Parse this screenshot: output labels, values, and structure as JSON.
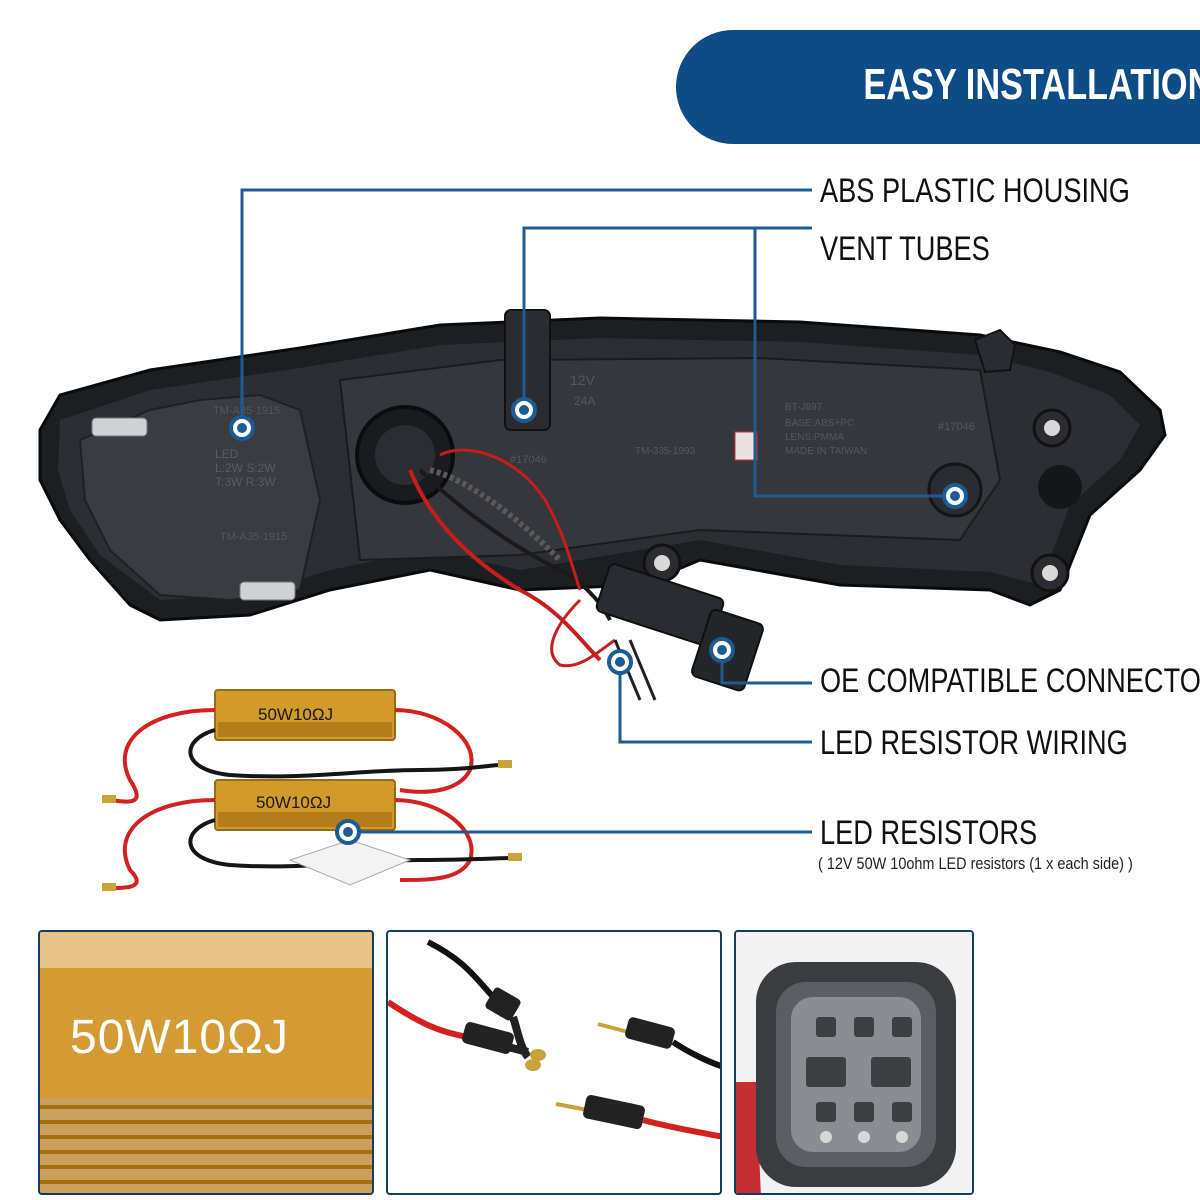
{
  "banner": {
    "title": "EASY INSTALLATION"
  },
  "callouts": {
    "housing": "ABS PLASTIC HOUSING",
    "vent": "VENT TUBES",
    "connector": "OE COMPATIBLE CONNECTOR",
    "wiring": "LED RESISTOR WIRING",
    "resistors": "LED RESISTORS",
    "resistors_note": "( 12V 50W 10ohm LED resistors (1 x each side) )"
  },
  "resistor_labels": [
    "50W10ΩJ",
    "50W10ΩJ"
  ],
  "panels": {
    "resistor_closeup_label": "50W10ΩJ"
  },
  "colors": {
    "banner": "#0d4c86",
    "callout_dot": "#1d5b93",
    "gold": "#d29a2a"
  },
  "icons": [
    "callout-dot-icon"
  ]
}
